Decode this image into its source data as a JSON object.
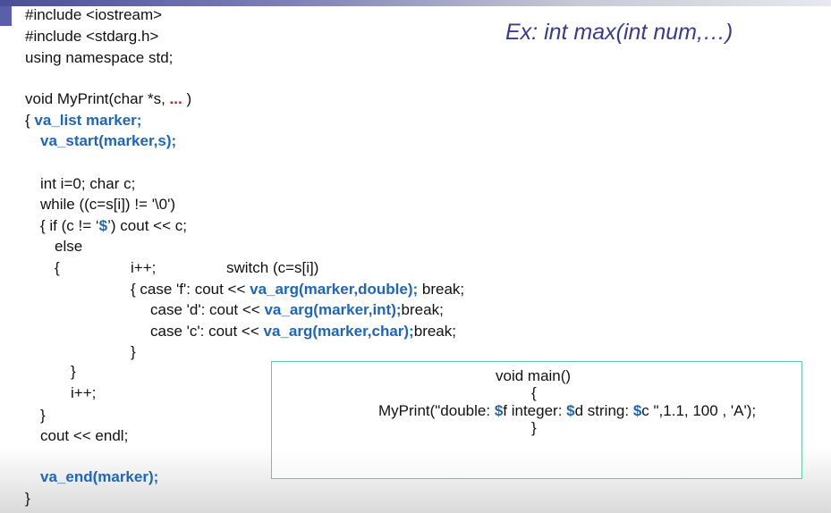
{
  "example_title": "Ex: int max(int num,…)",
  "code": {
    "l1": "#include <iostream>",
    "l2": "#include <stdarg.h>",
    "l3": "using namespace std;",
    "l4a": "void MyPrint(char *s, ",
    "l4b": "...",
    "l4c": " )",
    "l5a": "{ ",
    "l5b": "va_list marker;",
    "l6": "va_start(marker,s);",
    "l7": "int i=0;   char c;",
    "l8": "while ((c=s[i]) != '\\0')",
    "l9a": "{  if (c != ‘",
    "l9b": "$",
    "l9c": "’) cout << c;",
    "l10": "else",
    "l11": "{",
    "l11b": "i++;",
    "l11c": "switch (c=s[i])",
    "l12a": "{  case 'f': cout << ",
    "l12b": "va_arg(marker,double);",
    "l12c": " break;",
    "l13a": "case 'd': cout << ",
    "l13b": "va_arg(marker,int);",
    "l13c": "break;",
    "l14a": "case 'c': cout << ",
    "l14b": "va_arg(marker,char);",
    "l14c": "break;",
    "l15": "}",
    "l16": "}",
    "l17": "i++;",
    "l18": "}",
    "l19": "cout << endl;",
    "l20": "va_end(marker);",
    "l21": "}"
  },
  "main_box": {
    "l1": "void main()",
    "l2": "{",
    "l3a": "MyPrint(\"double: ",
    "l3b": "$",
    "l3c": "f integer: ",
    "l3d": "$",
    "l3e": "d string: ",
    "l3f": "$",
    "l3g": "c \",1.1, 100 , 'A');",
    "l4": "}"
  },
  "colors": {
    "keyword_blue": "#1f66b8",
    "ellipsis_red": "#c0201a",
    "title_purple": "#3b3b8c",
    "box_border": "#67c7a8"
  }
}
